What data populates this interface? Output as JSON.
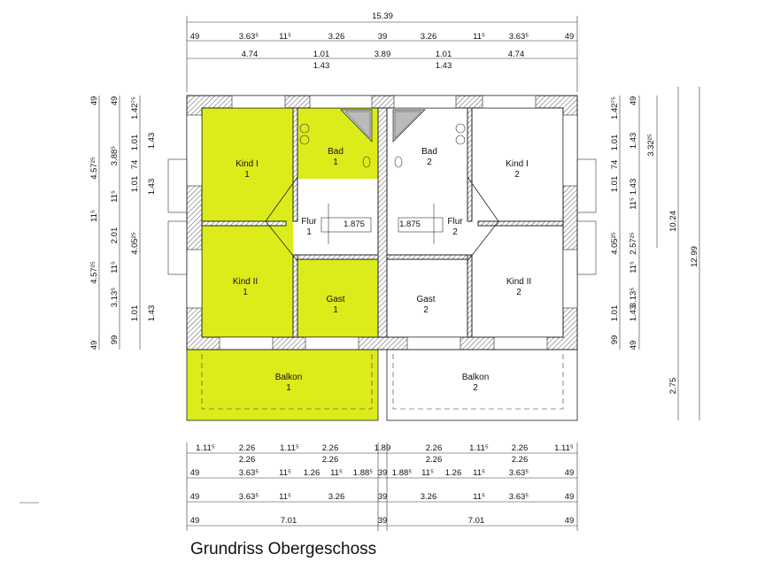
{
  "title": "Grundriss Obergeschoss",
  "highlight_color": "#dbec1a",
  "top_dims": {
    "overall": "15.39",
    "row1": [
      "49",
      "3.63⁵",
      "11⁵",
      "3.26",
      "39",
      "3.26",
      "11⁵",
      "3.63⁵",
      "49"
    ],
    "row2": [
      "4.74",
      "1.01",
      "3.89",
      "1.01",
      "4.74"
    ],
    "row2_sub": [
      "1.43",
      "1.43"
    ]
  },
  "left_dims": {
    "outer": [
      "49",
      "4.57²⁵",
      "11⁵",
      "4.57²⁵",
      "49"
    ],
    "mid": [
      "49",
      "3.88⁵",
      "11⁵",
      "2.01",
      "11⁵",
      "3.13⁵",
      "99"
    ],
    "inner": [
      "1.42⁷⁵",
      "1.01",
      "74",
      "1.01",
      "4.05²⁵",
      "1.01"
    ],
    "inner2": [
      "1.43",
      "1.43",
      "1.43"
    ]
  },
  "right_dims": {
    "col1": [
      "1.42⁷⁵",
      "1.01",
      "74",
      "1.01",
      "4.05²⁵",
      "1.01",
      "99"
    ],
    "col2": [
      "49",
      "1.43",
      "1.43",
      "11⁵",
      "2.57²⁵",
      "11⁵",
      "3.13⁵",
      "1.43",
      "49"
    ],
    "col3": [
      "3.32²⁵"
    ],
    "overall": [
      "10.24",
      "2.75",
      "12.99"
    ]
  },
  "bottom_dims": {
    "row1": [
      "1.11⁵",
      "2.26",
      "1.11⁵",
      "2.26",
      "1.89",
      "2.26",
      "1.11⁵",
      "2.26",
      "1.11⁵"
    ],
    "row1_sub": [
      "2.26",
      "2.26",
      "2.26",
      "2.26"
    ],
    "row2": [
      "49",
      "3.63⁵",
      "11⁵",
      "1.26",
      "11⁵",
      "1.88⁵",
      "39",
      "1.88⁵",
      "11⁵",
      "1.26",
      "11⁵",
      "3.63⁵",
      "49"
    ],
    "row3": [
      "49",
      "3.63⁵",
      "11⁵",
      "3.26",
      "39",
      "3.26",
      "11⁵",
      "3.63⁵",
      "49"
    ],
    "row4": [
      "49",
      "7.01",
      "39",
      "7.01",
      "49"
    ]
  },
  "rooms": [
    {
      "name": "Kind I",
      "num": "1"
    },
    {
      "name": "Bad",
      "num": "1"
    },
    {
      "name": "Bad",
      "num": "2"
    },
    {
      "name": "Kind I",
      "num": "2"
    },
    {
      "name": "Flur",
      "num": "1"
    },
    {
      "name": "Flur",
      "num": "2"
    },
    {
      "name": "Kind II",
      "num": "1"
    },
    {
      "name": "Gast",
      "num": "1"
    },
    {
      "name": "Gast",
      "num": "2"
    },
    {
      "name": "Kind II",
      "num": "2"
    },
    {
      "name": "Balkon",
      "num": "1"
    },
    {
      "name": "Balkon",
      "num": "2"
    }
  ],
  "stair_labels": [
    "1.875",
    "1.875"
  ]
}
